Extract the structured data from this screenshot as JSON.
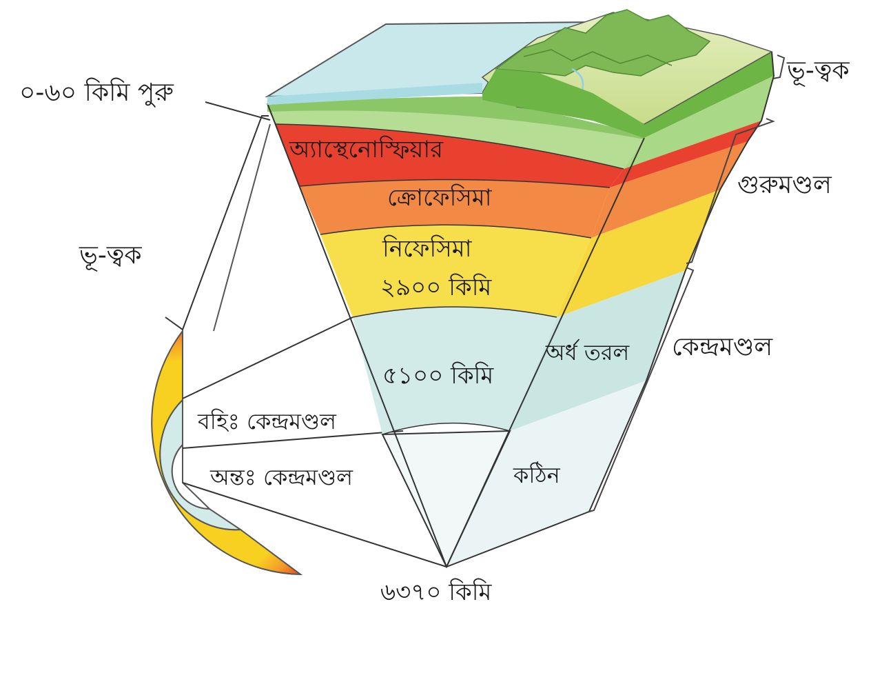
{
  "labels": {
    "crust_thickness": "০-৬০ কিমি পুরু",
    "crust_right": "ভূ-ত্বক",
    "crust_left": "ভূ-ত্বক",
    "asthenosphere": "অ্যাস্থেনোস্ফিয়ার",
    "crofesima": "ক্রোফেসিমা",
    "nifesima": "নিফেসিমা",
    "depth_2900": "২৯০০ কিমি",
    "mantle": "গুরুমণ্ডল",
    "semi_liquid": "অর্ধ তরল",
    "core": "কেন্দ্রমণ্ডল",
    "depth_5100": "৫১০০ কিমি",
    "outer_core": "বহিঃ  কেন্দ্রমণ্ডল",
    "inner_core": "অন্তঃ  কেন্দ্রমণ্ডল",
    "solid": "কঠিন",
    "depth_6370": "৬৩৭০ কিমি"
  },
  "colors": {
    "ocean": "#a9dbe3",
    "land_top": "#d9e6a3",
    "land_side": "#6db544",
    "crust_layer": "#b5dd93",
    "asthenosphere": "#e9412f",
    "crofesima": "#f28a45",
    "nifesima": "#f6df4a",
    "outer_core": "#d2ebe9",
    "inner_core": "#eef6f6",
    "ring_inner": "#f8d020",
    "ring_outer": "#e8311d"
  }
}
